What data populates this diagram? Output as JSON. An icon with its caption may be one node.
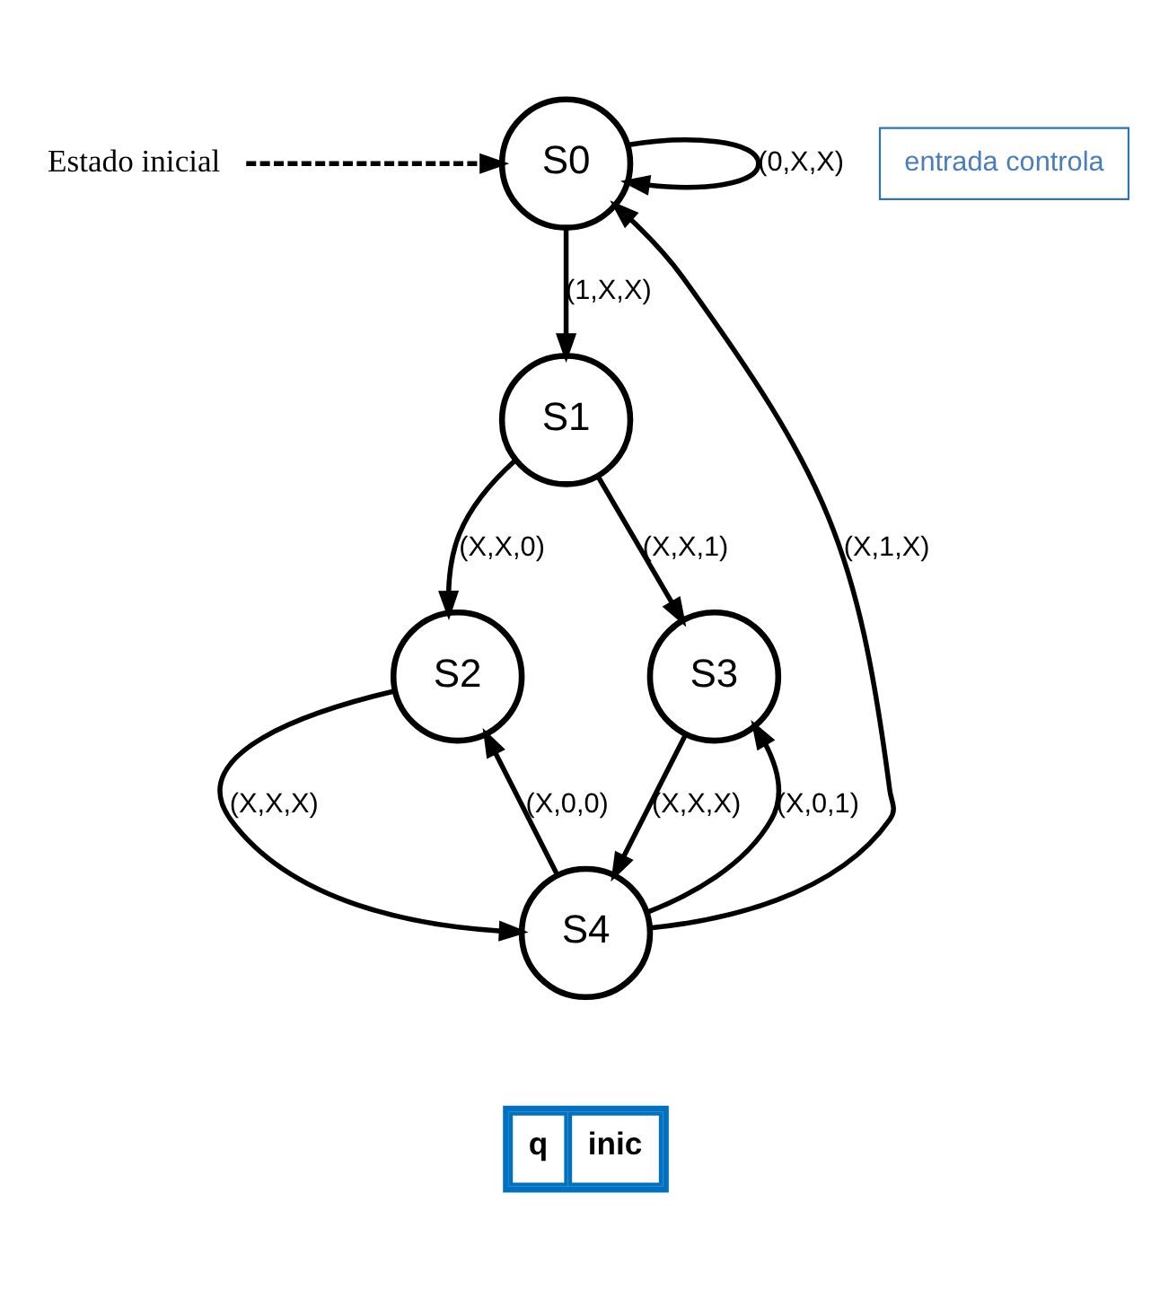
{
  "diagram": {
    "nodes": [
      {
        "text": [
          "S0"
        ]
      },
      {
        "text": [
          "S1"
        ]
      },
      {
        "text": [
          "S2"
        ]
      },
      {
        "text": [
          "S3"
        ]
      },
      {
        "text": [
          "S4"
        ]
      },
      {
        "text": [
          "Estado inicial"
        ]
      },
      {
        "text": [
          "entrada controla"
        ]
      }
    ],
    "edges": [
      {
        "from": 0,
        "to": 0,
        "arrow": "to",
        "label": "(0,X,X)"
      },
      {
        "from": 0,
        "to": 1,
        "arrow": "to",
        "label": "(1,X,X)"
      },
      {
        "from": 1,
        "to": 2,
        "arrow": "to",
        "label": "(X,X,0)"
      },
      {
        "from": 1,
        "to": 3,
        "arrow": "to",
        "label": "(X,X,1)"
      },
      {
        "from": 2,
        "to": 4,
        "arrow": "to",
        "label": "(X,X,X)"
      },
      {
        "from": 3,
        "to": 4,
        "arrow": "to",
        "label": "(X,X,X)"
      },
      {
        "from": 4,
        "to": 2,
        "arrow": "to",
        "label": "(X,0,0)"
      },
      {
        "from": 4,
        "to": 3,
        "arrow": "to",
        "label": "(X,0,1)"
      },
      {
        "from": 4,
        "to": 0,
        "arrow": "to",
        "label": "(X,1,X)"
      },
      {
        "from": 5,
        "to": 0,
        "arrow": "to",
        "style": "dashed"
      }
    ],
    "labels": [
      "q",
      "inic"
    ]
  }
}
